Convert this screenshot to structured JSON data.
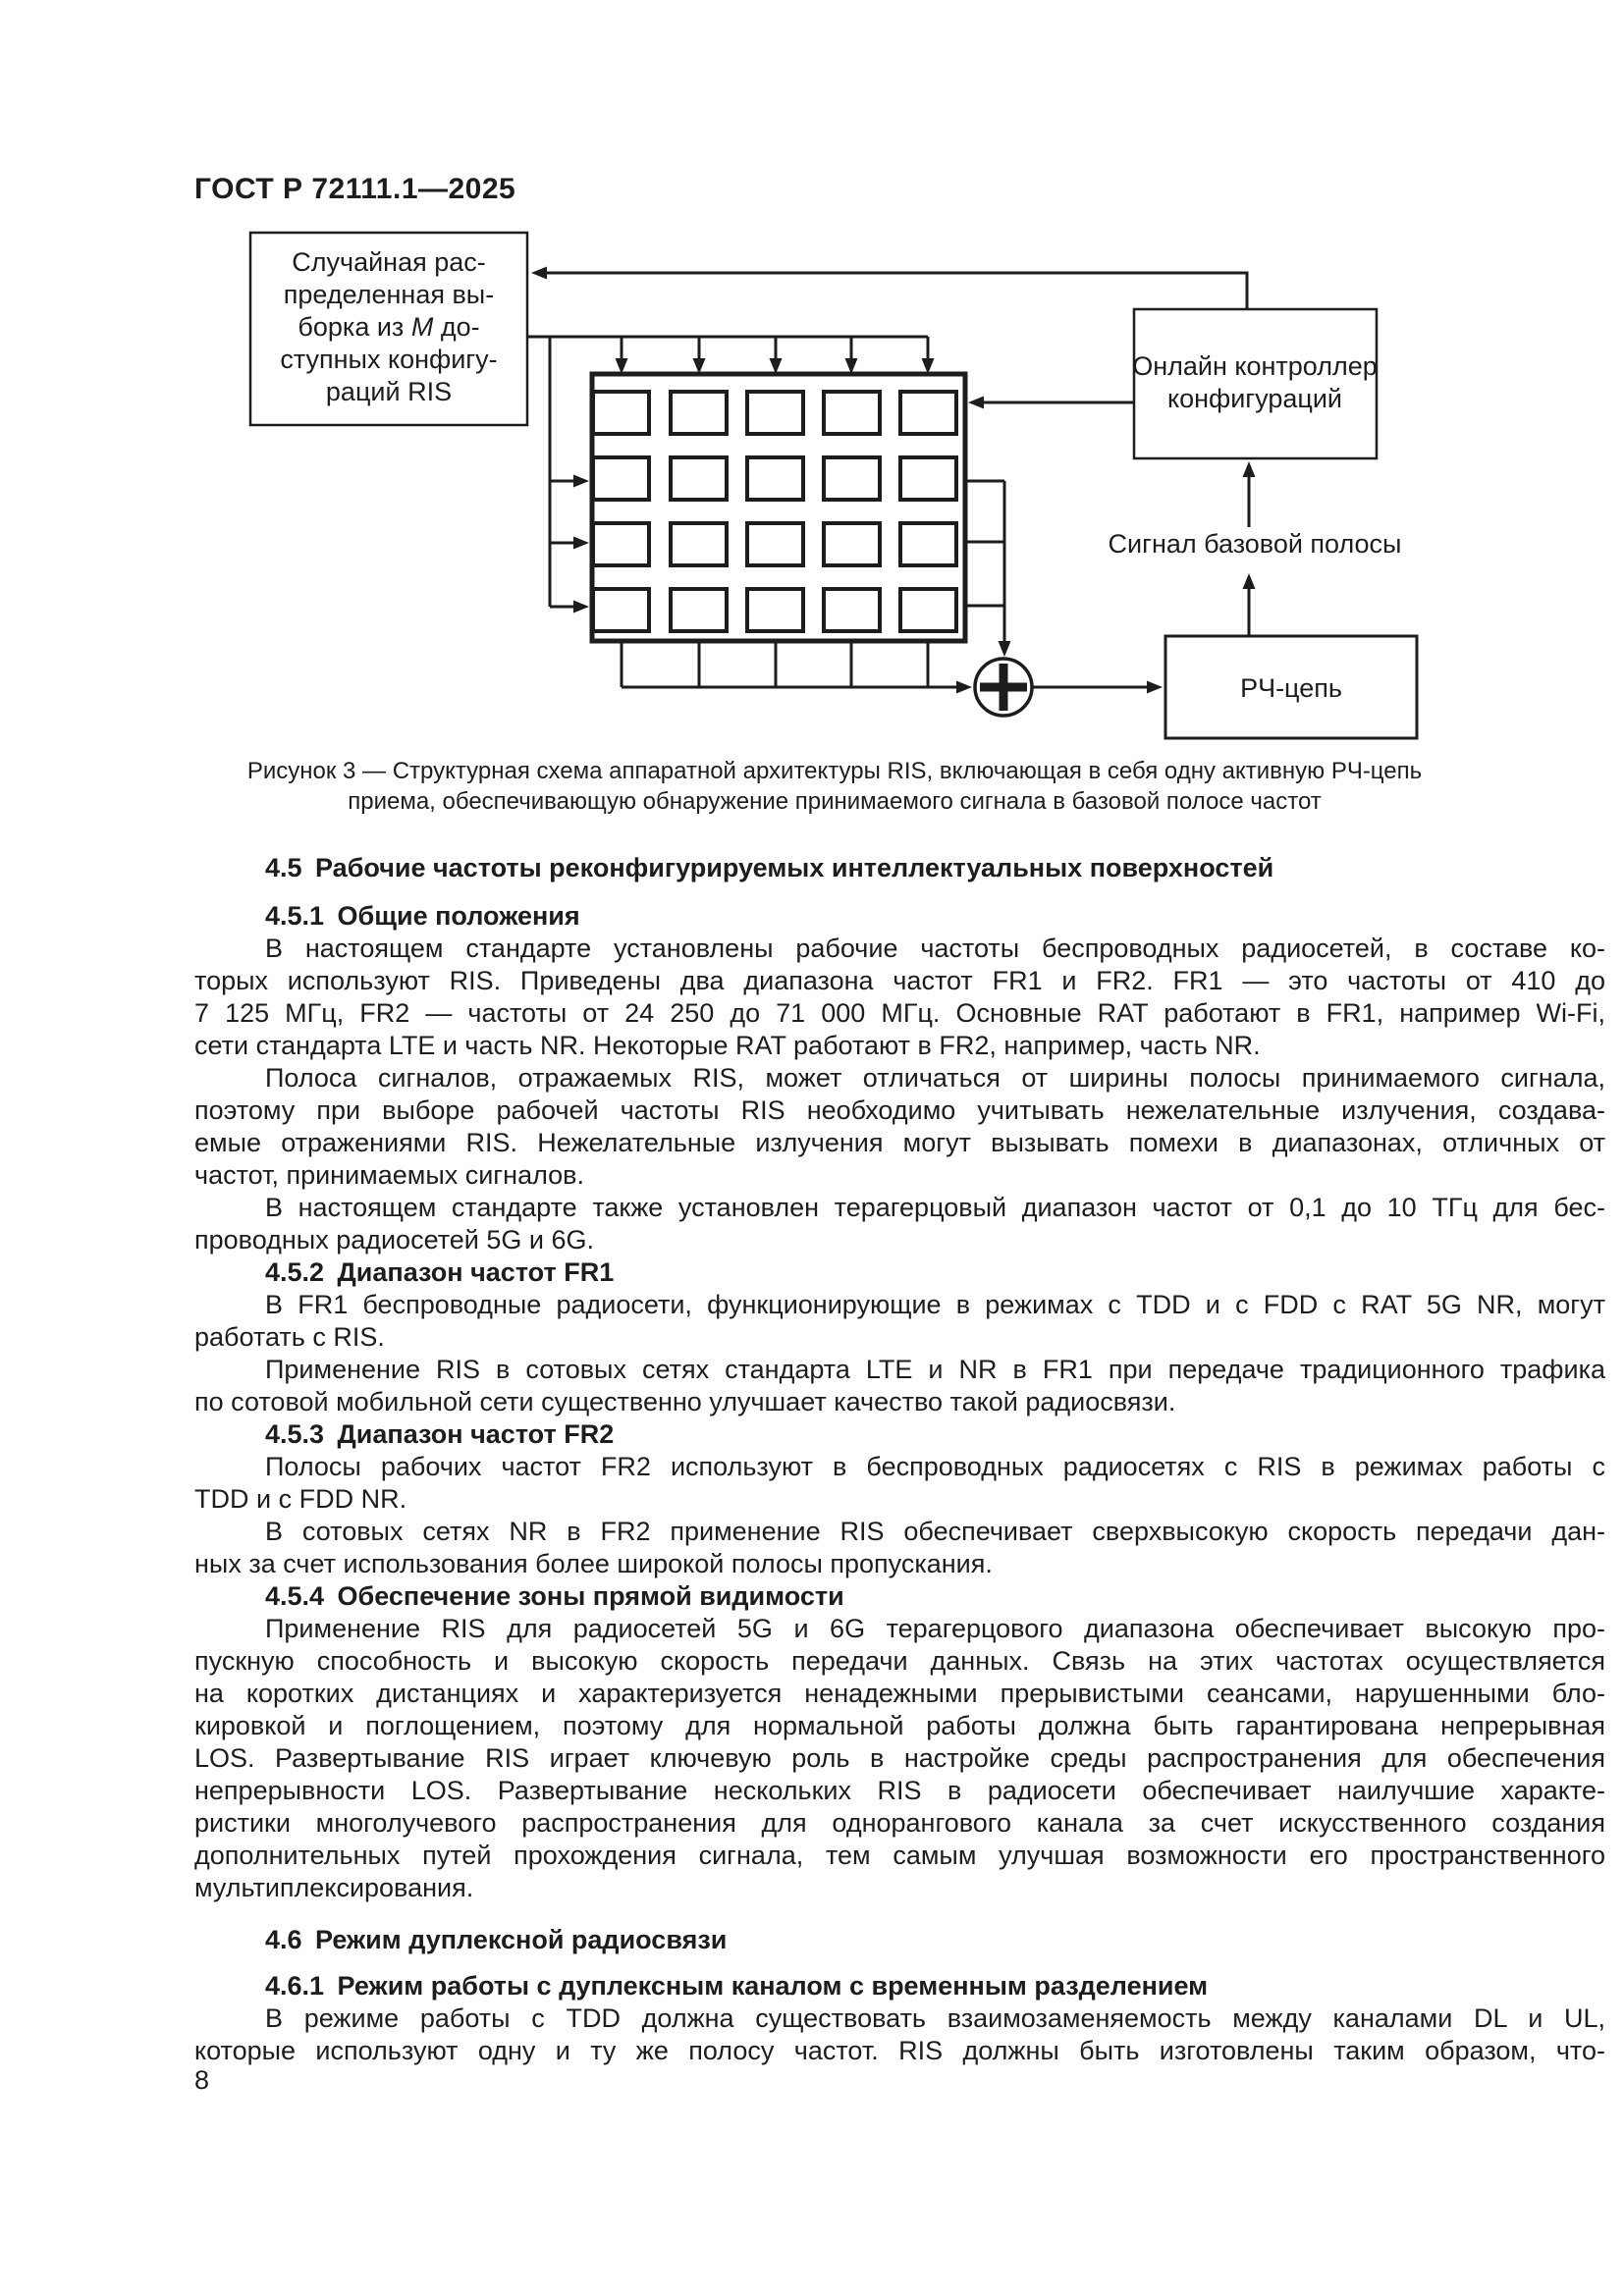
{
  "header": {
    "title": "ГОСТ Р 72111.1—2025"
  },
  "diagram": {
    "random_config_box_lines": [
      "Случайная рас-",
      "пределенная вы-",
      {
        "pre": "борка из ",
        "italic": "М",
        "post": " до-"
      },
      "ступных конфигу-",
      "раций RIS"
    ],
    "controller_box_lines": [
      "Онлайн контроллер",
      "конфигураций"
    ],
    "baseband_signal_label": "Сигнал базовой полосы",
    "rf_chain_label": "РЧ-цепь",
    "grid": {
      "rows": 4,
      "cols": 5
    },
    "line_color": "#1d1d1d"
  },
  "caption": {
    "lines": [
      "Рисунок 3 — Структурная схема аппаратной архитектуры RIS, включающая в себя одну активную РЧ-цепь",
      "приема, обеспечивающую обнаружение принимаемого сигнала в базовой полосе частот"
    ]
  },
  "sections": [
    {
      "type": "h2",
      "id": "4-5",
      "text": "4.5 Рабочие частоты реконфигурируемых интеллектуальных поверхностей"
    },
    {
      "type": "h3",
      "id": "4-5-1",
      "text": "4.5.1 Общие положения"
    },
    {
      "type": "p",
      "lines": [
        "В настоящем стандарте установлены рабочие частоты беспроводных радиосетей, в составе ко-",
        "торых используют RIS. Приведены два диапазона частот FR1 и FR2. FR1 — это частоты от 410 до",
        "7 125 МГц, FR2 — частоты от 24 250 до 71 000 МГц. Основные RAT работают в FR1, например Wi-Fi,",
        "сети стандарта LTE и часть NR. Некоторые RAT работают в FR2, например, часть NR."
      ]
    },
    {
      "type": "p",
      "lines": [
        "Полоса сигналов, отражаемых RIS, может отличаться от ширины полосы принимаемого сигнала,",
        "поэтому при выборе рабочей частоты RIS необходимо учитывать нежелательные излучения, создава-",
        "емые отражениями RIS. Нежелательные излучения могут вызывать помехи в диапазонах, отличных от",
        "частот, принимаемых сигналов."
      ]
    },
    {
      "type": "p",
      "lines": [
        "В настоящем стандарте также установлен терагерцовый диапазон частот от 0,1 до 10 ТГц для бес-",
        "проводных радиосетей 5G и 6G."
      ]
    },
    {
      "type": "h3",
      "id": "4-5-2",
      "text": "4.5.2 Диапазон частот FR1"
    },
    {
      "type": "p",
      "lines": [
        "В FR1 беспроводные радиосети, функционирующие в режимах с TDD и с FDD с RAT 5G NR, могут",
        "работать с RIS."
      ]
    },
    {
      "type": "p",
      "lines": [
        "Применение RIS в сотовых сетях стандарта LTE и NR в FR1 при передаче традиционного трафика",
        "по сотовой мобильной сети существенно улучшает качество такой радиосвязи."
      ]
    },
    {
      "type": "h3",
      "id": "4-5-3",
      "text": "4.5.3 Диапазон частот FR2"
    },
    {
      "type": "p",
      "lines": [
        "Полосы рабочих частот FR2 используют в беспроводных радиосетях с RIS в режимах работы с",
        "TDD и с FDD NR."
      ]
    },
    {
      "type": "p",
      "lines": [
        "В сотовых сетях NR в FR2 применение RIS обеспечивает сверхвысокую скорость передачи дан-",
        "ных за счет использования более широкой полосы пропускания."
      ]
    },
    {
      "type": "h3",
      "id": "4-5-4",
      "text": "4.5.4 Обеспечение зоны прямой видимости"
    },
    {
      "type": "p",
      "lines": [
        "Применение RIS для радиосетей 5G и 6G терагерцового диапазона обеспечивает высокую про-",
        "пускную способность и высокую скорость передачи данных. Связь на этих частотах осуществляется",
        "на коротких дистанциях и характеризуется ненадежными прерывистыми сеансами, нарушенными бло-",
        "кировкой и поглощением, поэтому для нормальной работы должна быть гарантирована непрерывная",
        "LOS. Развертывание RIS играет ключевую роль в настройке среды распространения для обеспечения",
        "непрерывности LOS. Развертывание нескольких RIS в радиосети обеспечивает наилучшие характе-",
        "ристики многолучевого распространения для однорангового канала за счет искусственного создания",
        "дополнительных путей прохождения сигнала, тем самым улучшая возможности его пространственного",
        "мультиплексирования."
      ]
    },
    {
      "type": "h2",
      "id": "4-6",
      "spaced": true,
      "text": "4.6 Режим дуплексной радиосвязи"
    },
    {
      "type": "h3",
      "id": "4-6-1",
      "text": "4.6.1 Режим работы с дуплексным каналом с временным разделением"
    },
    {
      "type": "p",
      "cont": true,
      "lines": [
        "В режиме работы с TDD должна существовать взаимозаменяемость между каналами DL и UL,",
        "которые используют одну и ту же полосу частот. RIS должны быть изготовлены таким образом, что-"
      ]
    }
  ],
  "footer": {
    "page_number": "8"
  }
}
